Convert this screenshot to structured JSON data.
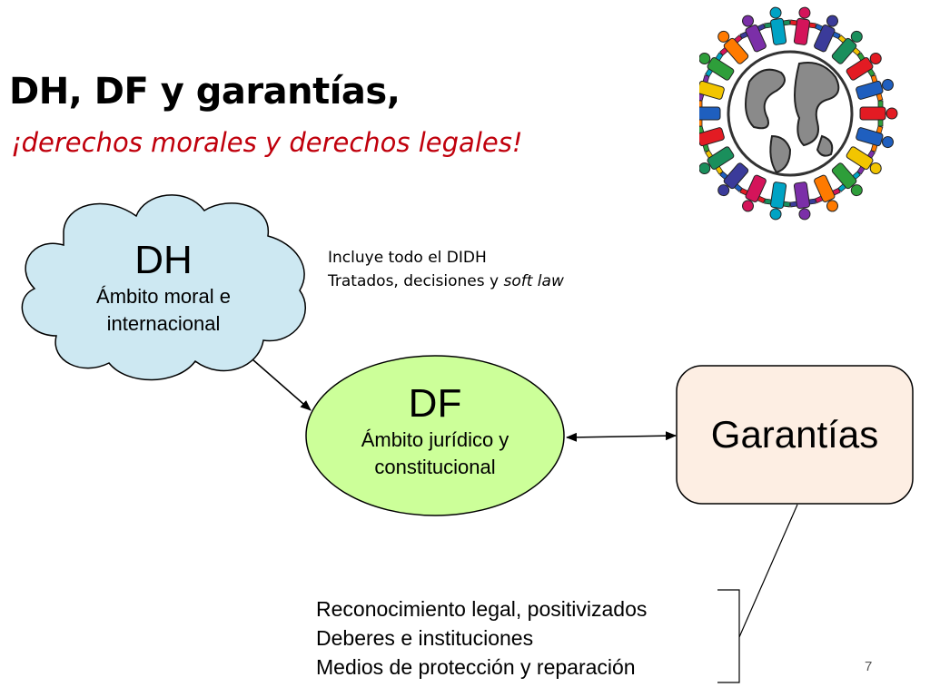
{
  "slide": {
    "title": "DH, DF y garantías,",
    "subtitle": "¡derechos morales y derechos legales!",
    "page_number": "7"
  },
  "note": {
    "line1": "Incluye todo el DIDH",
    "line2_prefix": "Tratados, decisiones y ",
    "line2_italic": "soft law"
  },
  "nodes": {
    "dh": {
      "label": "DH",
      "desc1": "Ámbito moral e",
      "desc2": "internacional",
      "color": "#cde8f2"
    },
    "df": {
      "label": "DF",
      "desc1": "Ámbito jurídico y",
      "desc2": "constitucional",
      "color": "#ccff99"
    },
    "garantias": {
      "label": "Garantías",
      "color": "#fdeee3"
    }
  },
  "guarantee_list": [
    "Reconocimiento legal, positivizados",
    "Deberes e instituciones",
    "Medios de protección y reparación"
  ],
  "icons": {
    "globe": "world-people-icon"
  }
}
